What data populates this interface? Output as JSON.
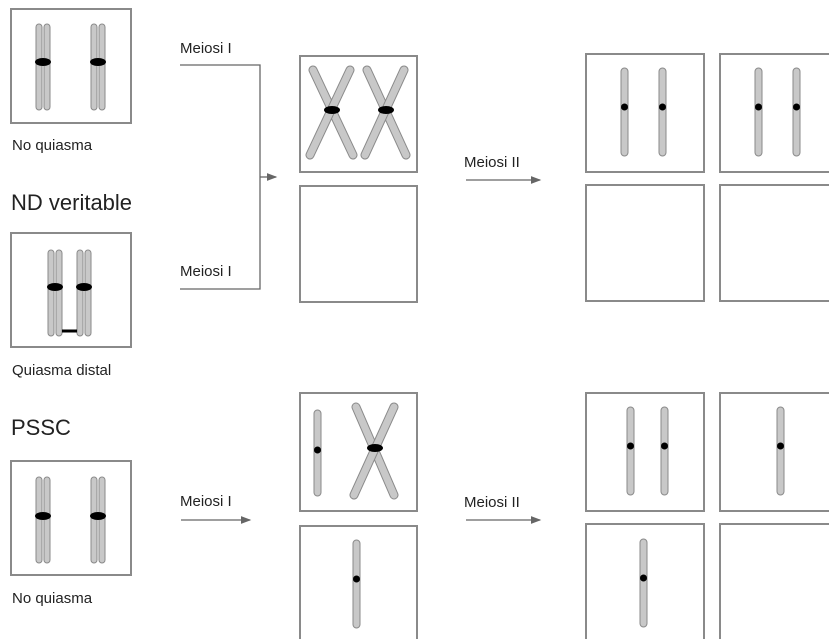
{
  "title_nd": "ND veritable",
  "title_pssc": "PSSC",
  "caption_no_chiasma": "No quiasma",
  "caption_distal_chiasma": "Quiasma distal",
  "meiosis_one": "Meiosi I",
  "meiosis_two": "Meiosi II",
  "colors": {
    "chromatid_fill": "#c8c8c8",
    "chromatid_stroke": "#8a8a8a",
    "box_stroke": "#8a8a8a",
    "centromere": "#000000",
    "arrow": "#666666",
    "text": "#222222"
  }
}
